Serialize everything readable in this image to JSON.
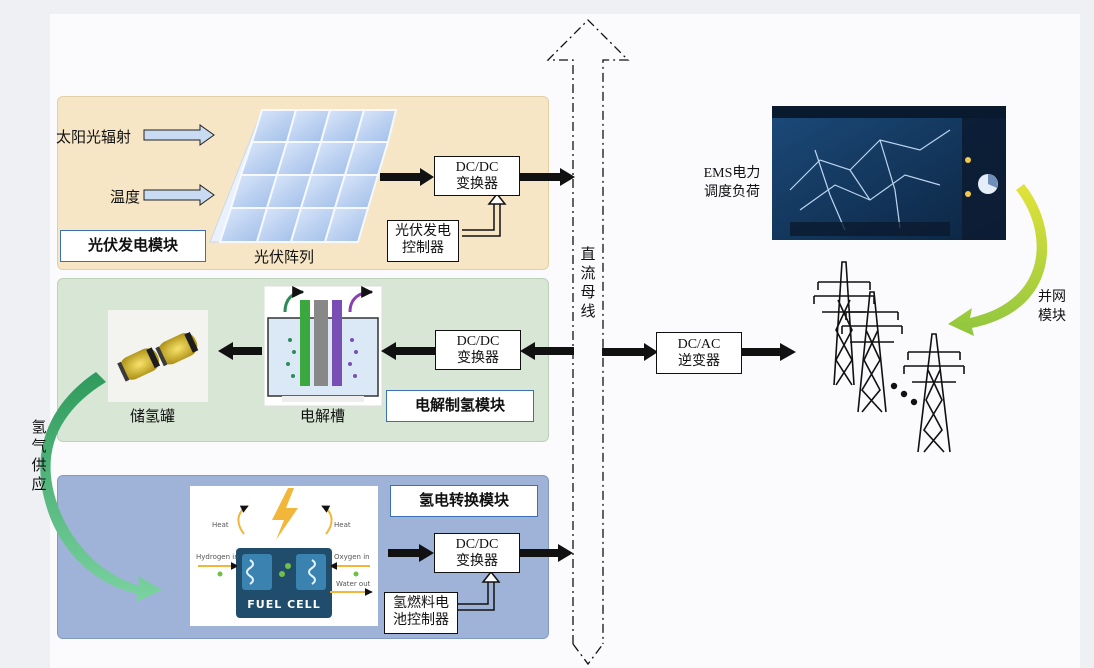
{
  "pv_module": {
    "title": "光伏发电模块",
    "solar_radiation": "太阳光辐射",
    "temperature": "温度",
    "pv_array": "光伏阵列",
    "dcdc_line1": "DC/DC",
    "dcdc_line2": "变换器",
    "controller_line1": "光伏发电",
    "controller_line2": "控制器"
  },
  "electrolysis_module": {
    "title": "电解制氢模块",
    "storage_tank": "储氢罐",
    "electrolyzer": "电解槽",
    "dcdc_line1": "DC/DC",
    "dcdc_line2": "变换器"
  },
  "fuelcell_module": {
    "title": "氢电转换模块",
    "dcdc_line1": "DC/DC",
    "dcdc_line2": "变换器",
    "controller_line1": "氢燃料电",
    "controller_line2": "池控制器",
    "fuel_cell_text": "FUEL CELL",
    "heat_left": "Heat",
    "heat_right": "Heat",
    "hydrogen_in": "Hydrogen in",
    "oxygen_in": "Oxygen in",
    "water_out": "Water out"
  },
  "hydrogen_supply": [
    "氢",
    "气",
    "供",
    "应"
  ],
  "dc_bus": [
    "直",
    "流",
    "母",
    "线"
  ],
  "inverter": {
    "line1": "DC/AC",
    "line2": "逆变器"
  },
  "ems": {
    "line1": "EMS电力",
    "line2": "调度负荷"
  },
  "grid": {
    "line1": "并网",
    "line2": "模块"
  },
  "colors": {
    "pv_panel": "#f5e5c3",
    "electrolysis_panel": "#d6e5d3",
    "fuelcell_panel": "#9bb0d6",
    "title_border": "#3b6fb6",
    "arrow": "#111111",
    "green_arrow": "#3aa86b",
    "yellow_arrow": "#d4d61e"
  }
}
